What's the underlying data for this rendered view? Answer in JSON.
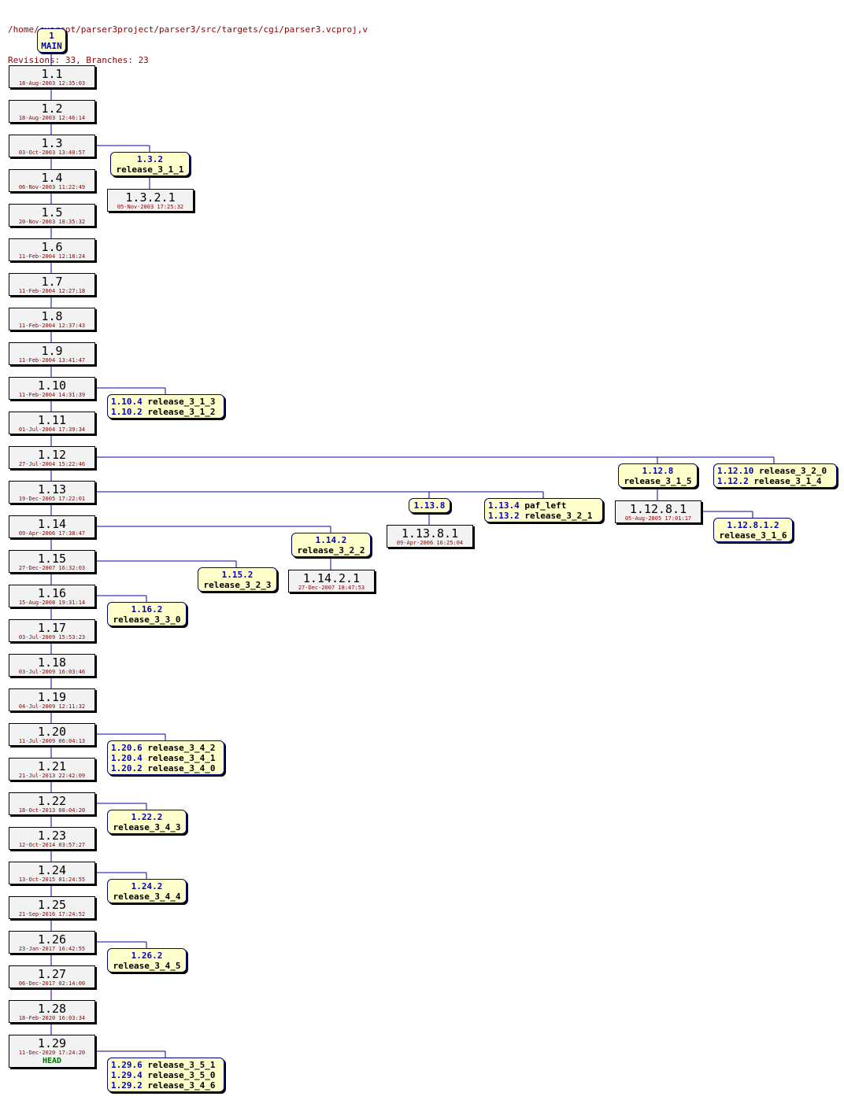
{
  "header": {
    "path": "/home/cvsroot/parser3project/parser3/src/targets/cgi/parser3.vcproj,v",
    "summary": "Revisions: 33, Branches: 23"
  },
  "root": {
    "num": "1",
    "name": "MAIN"
  },
  "trunk": [
    {
      "num": "1.1",
      "date": "18-Aug-2003 12:35:03"
    },
    {
      "num": "1.2",
      "date": "18-Aug-2003 12:46:14"
    },
    {
      "num": "1.3",
      "date": "03-Oct-2003 13:40:57"
    },
    {
      "num": "1.4",
      "date": "06-Nov-2003 11:22:49"
    },
    {
      "num": "1.5",
      "date": "20-Nov-2003 18:35:32"
    },
    {
      "num": "1.6",
      "date": "11-Feb-2004 12:18:24"
    },
    {
      "num": "1.7",
      "date": "11-Feb-2004 12:27:18"
    },
    {
      "num": "1.8",
      "date": "11-Feb-2004 12:37:43"
    },
    {
      "num": "1.9",
      "date": "11-Feb-2004 13:41:47"
    },
    {
      "num": "1.10",
      "date": "11-Feb-2004 14:31:39"
    },
    {
      "num": "1.11",
      "date": "01-Jul-2004 17:39:34"
    },
    {
      "num": "1.12",
      "date": "27-Jul-2004 15:22:46"
    },
    {
      "num": "1.13",
      "date": "19-Dec-2005 17:22:01"
    },
    {
      "num": "1.14",
      "date": "09-Apr-2006 17:38:47"
    },
    {
      "num": "1.15",
      "date": "27-Dec-2007 16:32:03"
    },
    {
      "num": "1.16",
      "date": "15-Aug-2008 19:31:14"
    },
    {
      "num": "1.17",
      "date": "03-Jul-2009 15:53:23"
    },
    {
      "num": "1.18",
      "date": "03-Jul-2009 16:03:46"
    },
    {
      "num": "1.19",
      "date": "04-Jul-2009 12:11:32"
    },
    {
      "num": "1.20",
      "date": "11-Jul-2009 06:04:13"
    },
    {
      "num": "1.21",
      "date": "21-Jul-2013 22:42:09"
    },
    {
      "num": "1.22",
      "date": "18-Oct-2013 08:04:20"
    },
    {
      "num": "1.23",
      "date": "12-Oct-2014 03:57:27"
    },
    {
      "num": "1.24",
      "date": "13-Oct-2015 01:24:55"
    },
    {
      "num": "1.25",
      "date": "21-Sep-2016 17:24:52"
    },
    {
      "num": "1.26",
      "date": "23-Jan-2017 16:42:55"
    },
    {
      "num": "1.27",
      "date": "06-Dec-2017 02:14:00"
    },
    {
      "num": "1.28",
      "date": "18-Feb-2020 16:03:34"
    },
    {
      "num": "1.29",
      "date": "11-Dec-2020 17:24:20",
      "tag": "HEAD"
    }
  ],
  "branch_revisions": [
    {
      "num": "1.3.2.1",
      "date": "05-Nov-2003 17:25:32"
    },
    {
      "num": "1.14.2.1",
      "date": "27-Dec-2007 18:47:53"
    },
    {
      "num": "1.13.8.1",
      "date": "09-Apr-2006 16:25:04"
    },
    {
      "num": "1.12.8.1",
      "date": "05-Aug-2005 17:01:17"
    }
  ],
  "branches": [
    {
      "lines": [
        {
          "num": "1.3.2",
          "name": ""
        },
        {
          "num": "",
          "name": "release_3_1_1"
        }
      ]
    },
    {
      "lines": [
        {
          "num": "1.10.4",
          "name": "release_3_1_3"
        },
        {
          "num": "1.10.2",
          "name": "release_3_1_2"
        }
      ]
    },
    {
      "lines": [
        {
          "num": "1.12.8",
          "name": ""
        },
        {
          "num": "",
          "name": "release_3_1_5"
        }
      ]
    },
    {
      "lines": [
        {
          "num": "1.12.10",
          "name": "release_3_2_0"
        },
        {
          "num": "1.12.2",
          "name": "release_3_1_4"
        }
      ]
    },
    {
      "lines": [
        {
          "num": "1.13.8",
          "name": ""
        }
      ]
    },
    {
      "lines": [
        {
          "num": "1.13.4",
          "name": "paf_left"
        },
        {
          "num": "1.13.2",
          "name": "release_3_2_1"
        }
      ]
    },
    {
      "lines": [
        {
          "num": "1.12.8.1.2",
          "name": ""
        },
        {
          "num": "",
          "name": "release_3_1_6"
        }
      ]
    },
    {
      "lines": [
        {
          "num": "1.14.2",
          "name": ""
        },
        {
          "num": "",
          "name": "release_3_2_2"
        }
      ]
    },
    {
      "lines": [
        {
          "num": "1.15.2",
          "name": ""
        },
        {
          "num": "",
          "name": "release_3_2_3"
        }
      ]
    },
    {
      "lines": [
        {
          "num": "1.16.2",
          "name": ""
        },
        {
          "num": "",
          "name": "release_3_3_0"
        }
      ]
    },
    {
      "lines": [
        {
          "num": "1.20.6",
          "name": "release_3_4_2"
        },
        {
          "num": "1.20.4",
          "name": "release_3_4_1"
        },
        {
          "num": "1.20.2",
          "name": "release_3_4_0"
        }
      ]
    },
    {
      "lines": [
        {
          "num": "1.22.2",
          "name": ""
        },
        {
          "num": "",
          "name": "release_3_4_3"
        }
      ]
    },
    {
      "lines": [
        {
          "num": "1.24.2",
          "name": ""
        },
        {
          "num": "",
          "name": "release_3_4_4"
        }
      ]
    },
    {
      "lines": [
        {
          "num": "1.26.2",
          "name": ""
        },
        {
          "num": "",
          "name": "release_3_4_5"
        }
      ]
    },
    {
      "lines": [
        {
          "num": "1.29.6",
          "name": "release_3_5_1"
        },
        {
          "num": "1.29.4",
          "name": "release_3_5_0"
        },
        {
          "num": "1.29.2",
          "name": "release_3_4_6"
        }
      ]
    }
  ],
  "colors": {
    "revision_fill": "#f2f2f2",
    "branch_fill": "#ffffcc",
    "branch_text": "#0000c0",
    "date_text": "#8a0000",
    "head_text": "#007000",
    "edge": "#0000a0"
  }
}
